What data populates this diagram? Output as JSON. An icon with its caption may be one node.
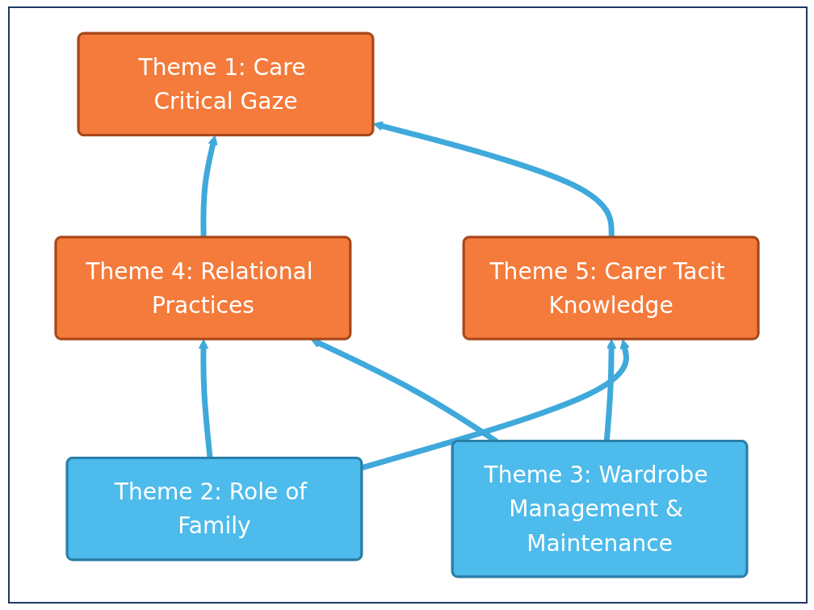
{
  "diagram": {
    "nodes": [
      {
        "text": [
          "Theme 1: Care Critical Gaze"
        ]
      },
      {
        "text": [
          "Theme 4: Relational Practices"
        ]
      },
      {
        "text": [
          "Theme 5: Carer Tacit Knowledge"
        ]
      },
      {
        "text": [
          "Theme 2: Role of Family"
        ]
      },
      {
        "text": [
          "Theme 3: Wardrobe Management & Maintenance"
        ]
      }
    ],
    "edges": [
      {
        "from": 1,
        "to": 0,
        "arrow": "to"
      },
      {
        "from": 2,
        "to": 0,
        "arrow": "to"
      },
      {
        "from": 3,
        "to": 1,
        "arrow": "to"
      },
      {
        "from": 4,
        "to": 2,
        "arrow": "to"
      },
      {
        "from": 3,
        "to": 2,
        "arrow": "to"
      },
      {
        "from": 4,
        "to": 1,
        "arrow": "to"
      }
    ]
  }
}
